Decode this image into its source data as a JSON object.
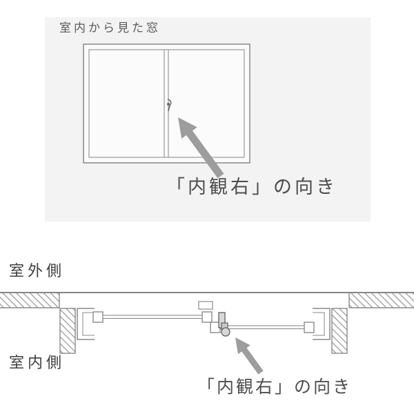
{
  "top_panel": {
    "title": "室内から見た窓",
    "caption": "「内観右」の向き"
  },
  "section_view": {
    "outside_label": "室外側",
    "inside_label": "室内側",
    "caption": "「内観右」の向き"
  },
  "colors": {
    "panel_background": "#f3f3f3",
    "line": "#8a8a8a",
    "arrow": "#9d9d9d",
    "text": "#4d4d4d"
  }
}
